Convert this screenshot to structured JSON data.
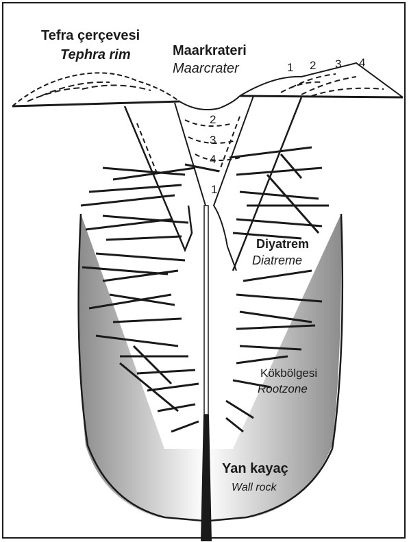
{
  "labels": {
    "tephra_rim_tr": "Tefra çerçevesi",
    "tephra_rim_en": "Tephra rim",
    "maar_crater_tr": "Maarkrateri",
    "maar_crater_en": "Maarcrater",
    "diatreme_tr": "Diyatrem",
    "diatreme_en": "Diatreme",
    "root_zone_tr": "Kökbölgesi",
    "root_zone_en": "Rootzone",
    "wall_rock_tr": "Yan kayaç",
    "wall_rock_en": "Wall rock"
  },
  "stratigraphy_markers_rim": [
    "1",
    "2",
    "3",
    "4"
  ],
  "stratigraphy_markers_crater": [
    "2",
    "3",
    "4",
    "1"
  ],
  "colors": {
    "ink": "#1a1a1a",
    "gradient_dark": "#8c8c8c",
    "gradient_light": "#ffffff"
  }
}
